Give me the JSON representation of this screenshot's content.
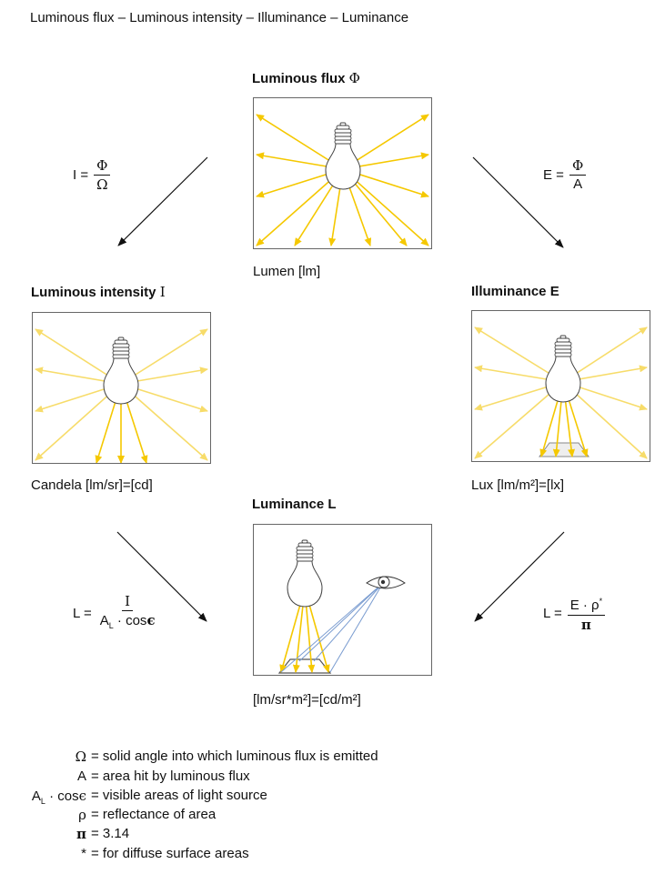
{
  "title": "Luminous flux – Luminous intensity – Illuminance – Luminance",
  "flux": {
    "heading": "Luminous flux",
    "symbol": "Φ",
    "unit": "Lumen [lm]"
  },
  "intensity": {
    "heading": "Luminous intensity",
    "symbol": "I",
    "unit": "Candela [lm/sr]=[cd]"
  },
  "illuminance": {
    "heading": "Illuminance E",
    "unit": "Lux [lm/m²]=[lx]"
  },
  "luminance": {
    "heading": "Luminance L",
    "unit": "[lm/sr*m²]=[cd/m²]"
  },
  "formulas": {
    "intensity": {
      "lhs": "I =",
      "num": "Φ",
      "den": "Ω"
    },
    "illuminance": {
      "lhs": "E =",
      "num": "Φ",
      "den": "A"
    },
    "luminance_left": {
      "lhs": "L =",
      "num": "I",
      "den_main": "A",
      "den_sub": "L",
      "den_rest": " · cos",
      "den_eps": "ϵ"
    },
    "luminance_right": {
      "lhs": "L =",
      "num_main": "E · ρ",
      "num_sup": "*",
      "den": "π"
    }
  },
  "legend": [
    {
      "sym": "Ω",
      "text": "= solid angle into which luminous flux is emitted"
    },
    {
      "sym": "A",
      "text": "= area hit by luminous flux"
    },
    {
      "sym_main": "A",
      "sym_sub": "L",
      "sym_rest": " · cos",
      "sym_eps": "ϵ",
      "text": "= visible areas of light source"
    },
    {
      "sym": "ρ",
      "text": "= reflectance of area"
    },
    {
      "sym": "π",
      "text": "= 3.14"
    },
    {
      "sym": "*",
      "text": "= for diffuse surface areas"
    }
  ],
  "colors": {
    "ray_strong": "#f5c800",
    "ray_light": "#f7dc6a",
    "sight": "#7a9cd0",
    "outline": "#444444"
  }
}
